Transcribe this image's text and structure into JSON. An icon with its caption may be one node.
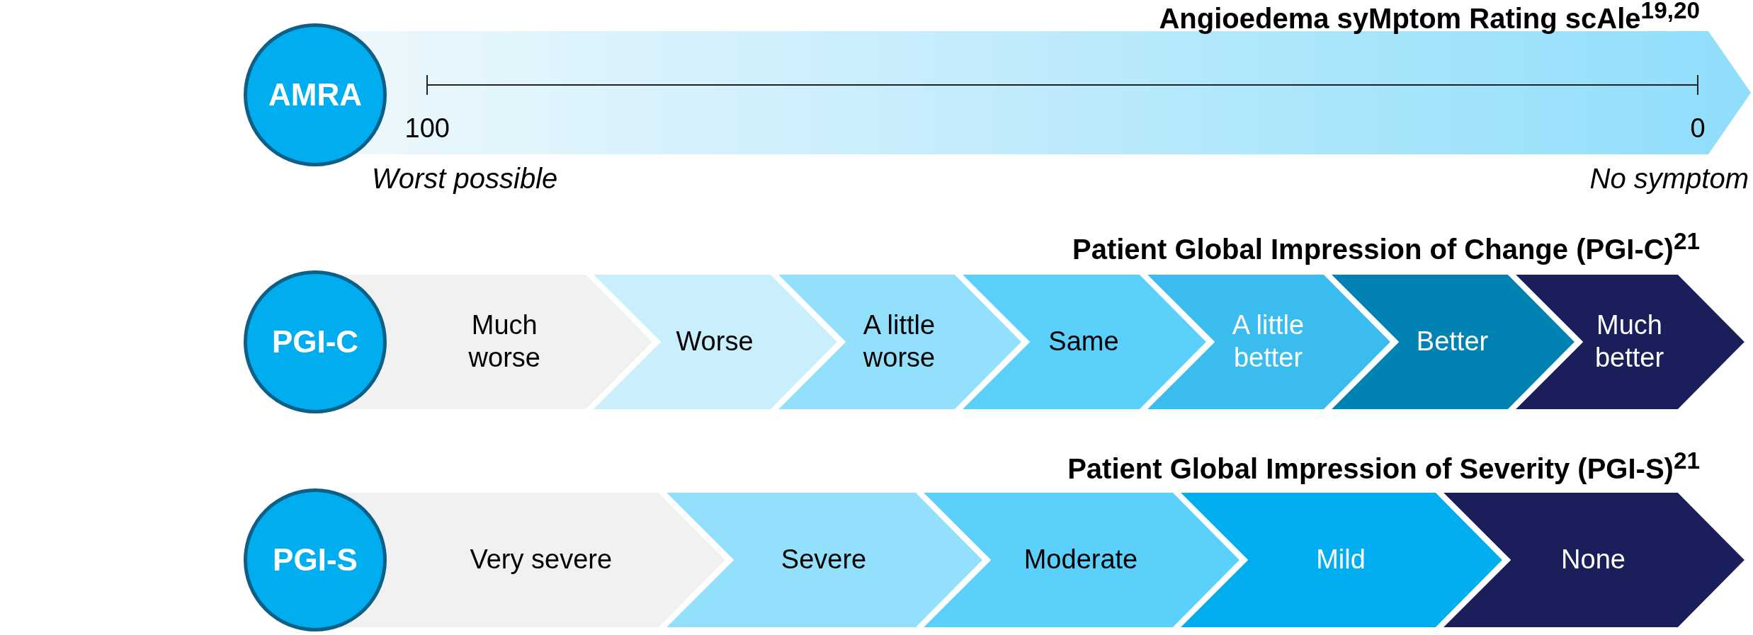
{
  "diagram": {
    "nodes": [
      {
        "text": [
          "AMRA"
        ]
      },
      {
        "text": [
          "PGI-C"
        ]
      },
      {
        "text": [
          "Much worse"
        ]
      },
      {
        "text": [
          "Worse"
        ]
      },
      {
        "text": [
          "A little worse"
        ]
      },
      {
        "text": [
          "Same"
        ]
      },
      {
        "text": [
          "A little better"
        ]
      },
      {
        "text": [
          "Better"
        ]
      },
      {
        "text": [
          "Much better"
        ]
      },
      {
        "text": [
          "PGI-S"
        ]
      },
      {
        "text": [
          "Very severe"
        ]
      },
      {
        "text": [
          "Severe"
        ]
      },
      {
        "text": [
          "Moderate"
        ]
      },
      {
        "text": [
          "Mild"
        ]
      },
      {
        "text": [
          "None"
        ]
      }
    ],
    "labels": [
      "Angioedema syMptom Rating scAle$^{19,20}$",
      "100",
      "0",
      "Worst possible",
      "No symptom",
      "Patient Global Impression of Change (PGI-C)$^{21}$",
      "Patient Global Impression of Severity (PGI-S)$^{21}$"
    ]
  }
}
